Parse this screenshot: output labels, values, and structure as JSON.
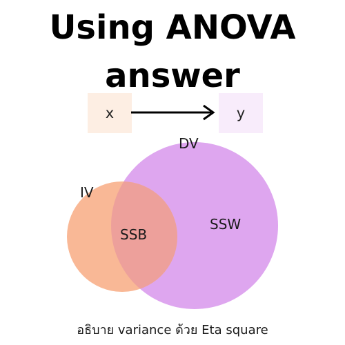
{
  "title": {
    "line1": "Using ANOVA",
    "line2": "answer"
  },
  "flow": {
    "from_label": "x",
    "to_label": "y",
    "from_color": "#fdeee3",
    "to_color": "#f8ecfb"
  },
  "venn": {
    "dv_label": "DV",
    "iv_label": "IV",
    "overlap_label": "SSB",
    "dv_only_label": "SSW",
    "dv_color": "#dea6ef",
    "iv_color": "#f9b896",
    "overlap_color": "#eda09b"
  },
  "caption": "อธิบาย variance ด้วย Eta square"
}
